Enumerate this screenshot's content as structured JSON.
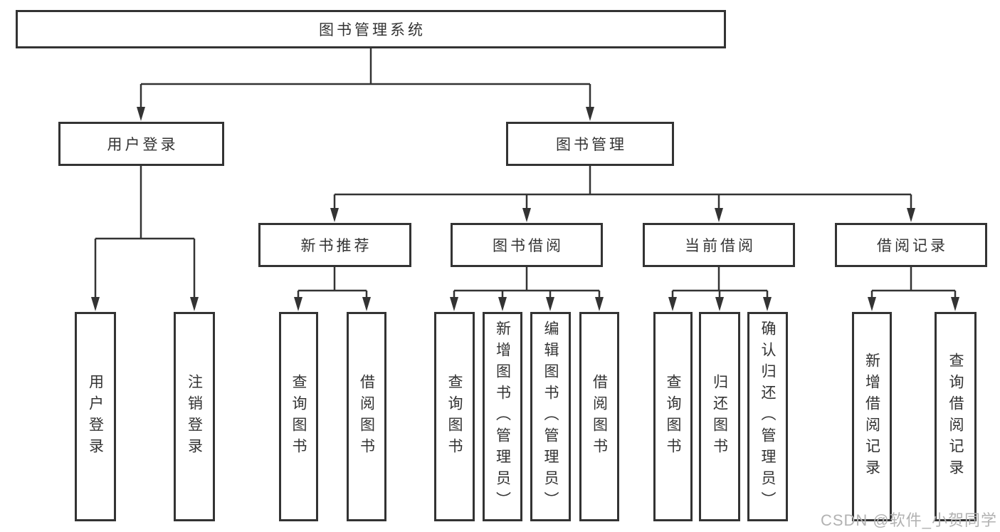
{
  "diagram": {
    "nodes": {
      "root": "图书管理系统",
      "user_login": "用户登录",
      "book_mgmt": "图书管理",
      "new_book_rec": "新书推荐",
      "book_borrow": "图书借阅",
      "current_borrow": "当前借阅",
      "borrow_record": "借阅记录",
      "leaf_user_login": "用户登录",
      "leaf_logout": "注销登录",
      "rec_query_book": "查询图书",
      "rec_borrow_book": "借阅图书",
      "bb_query_book": "查询图书",
      "bb_add_book": "新增图书（管理员）",
      "bb_edit_book": "编辑图书（管理员）",
      "bb_borrow_book": "借阅图书",
      "cb_query_book": "查询图书",
      "cb_return_book": "归还图书",
      "cb_confirm_return": "确认归还（管理员）",
      "br_add_record": "新增借阅记录",
      "br_query_record": "查询借阅记录"
    },
    "watermark": "CSDN @软件_小贺同学",
    "colors": {
      "line": "#333333",
      "box_border": "#333333",
      "box_fill": "#ffffff",
      "text": "#333333",
      "watermark": "#b2b2b2",
      "background": "#ffffff"
    }
  }
}
